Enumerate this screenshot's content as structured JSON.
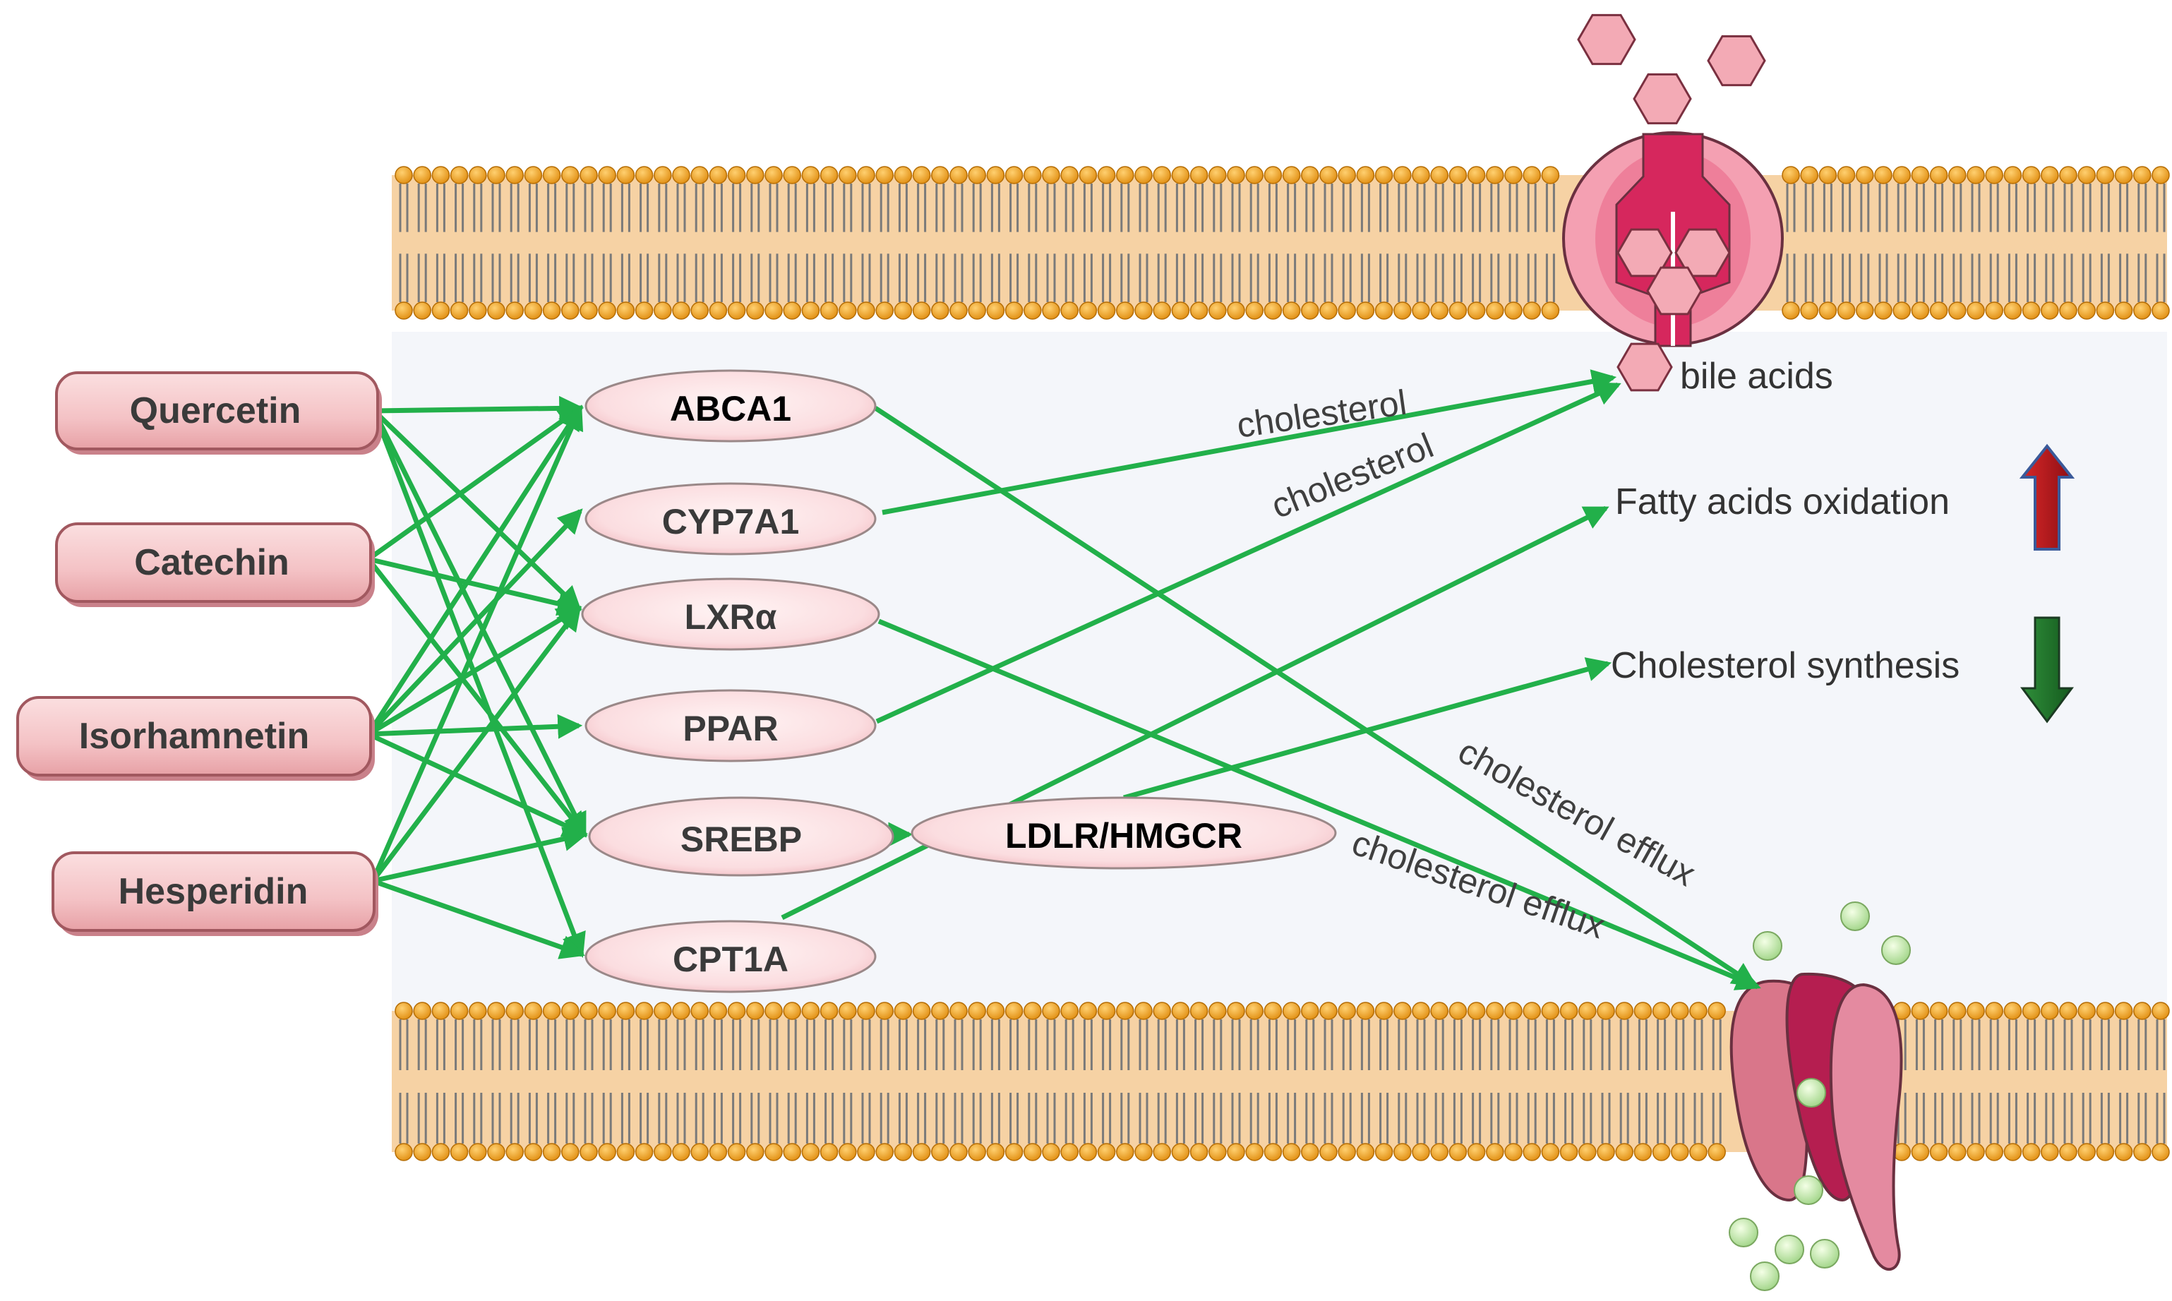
{
  "compounds": [
    {
      "id": "quercetin",
      "label": "Quercetin"
    },
    {
      "id": "catechin",
      "label": "Catechin"
    },
    {
      "id": "isorhamnetin",
      "label": "Isorhamnetin"
    },
    {
      "id": "hesperidin",
      "label": "Hesperidin"
    }
  ],
  "targets": [
    {
      "id": "abca1",
      "label": "ABCA1"
    },
    {
      "id": "cyp7a1",
      "label": "CYP7A1"
    },
    {
      "id": "lxra",
      "label": "LXRα"
    },
    {
      "id": "ppar",
      "label": "PPAR"
    },
    {
      "id": "srebp",
      "label": "SREBP"
    },
    {
      "id": "cpt1a",
      "label": "CPT1A"
    },
    {
      "id": "ldlr",
      "label": "LDLR/HMGCR"
    }
  ],
  "edge_labels": {
    "cholesterol_1": "cholesterol",
    "cholesterol_2": "cholesterol",
    "efflux_1": "cholesterol efflux",
    "efflux_2": "cholesterol efflux"
  },
  "outcomes": {
    "bile_acids": "bile acids",
    "fatty_acids": "Fatty acids oxidation",
    "chol_synthesis": "Cholesterol synthesis"
  },
  "colors": {
    "arrow_green": "#22b04a",
    "membrane_head": "#f0a21c",
    "membrane_body": "#f6d2a4",
    "compound_fill": "#f5c7c9",
    "target_fill": "#fbe3e4",
    "up_arrow": "#b5171e",
    "down_arrow": "#1e6b2a"
  },
  "icons": [
    "lipid-bilayer",
    "bile-acid-transporter-icon",
    "efflux-transporter-icon",
    "hexagon-bile-acid-icon",
    "cholesterol-particle-icon"
  ]
}
